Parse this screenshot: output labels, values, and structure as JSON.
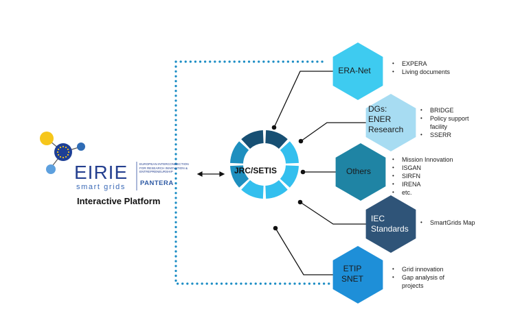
{
  "logo": {
    "wordmark": "EIRIE",
    "subtitle": "smart grids",
    "tagline_lines": [
      "EUROPEAN INTERCONNECTION",
      "FOR RESEARCH INNOVATION &",
      "ENTREPRENEURSHIP"
    ],
    "partner": "PANTERA",
    "caption": "Interactive Platform"
  },
  "hub": {
    "label": "JRC/SETIS"
  },
  "nodes": [
    {
      "label_lines": [
        "ERA-Net"
      ],
      "color": "#3ecbf0",
      "items": [
        "EXPERA",
        "Living documents"
      ]
    },
    {
      "label_lines": [
        "DGs:",
        "ENER",
        "Research"
      ],
      "color": "#a7dcf2",
      "items": [
        "BRIDGE",
        "Policy support facility",
        "SSERR"
      ]
    },
    {
      "label_lines": [
        "Others"
      ],
      "color": "#1f84a4",
      "items": [
        "Mission Innovation",
        "ISGAN",
        "SIRFN",
        "IRENA",
        "etc."
      ]
    },
    {
      "label_lines": [
        "IEC",
        "Standards"
      ],
      "color": "#2f5478",
      "items": [
        "SmartGrids Map"
      ]
    },
    {
      "label_lines": [
        "ETIP",
        "SNET"
      ],
      "color": "#1e8fd8",
      "items": [
        "Grid innovation",
        "Gap analysis of projects"
      ]
    }
  ],
  "colors": {
    "dotted_border": "#1a8cc4",
    "ring_dark": "#174f73",
    "ring_mid": "#1e8fbf",
    "ring_light": "#33bfee",
    "connector": "#111111",
    "eu_blue": "#1d3f96",
    "eu_yellow": "#f6c61b",
    "atom_yellow": "#f6c61b",
    "atom_blue": "#2f6cb5",
    "atom_light": "#5da0de"
  }
}
